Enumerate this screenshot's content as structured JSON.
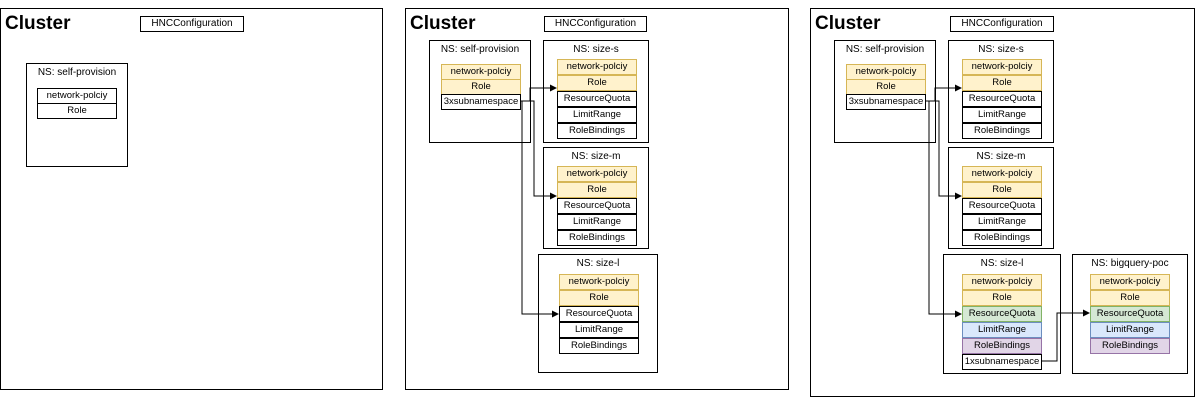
{
  "labels": {
    "cluster": "Cluster",
    "hnc": "HNCConfiguration",
    "network_policy": "network-polciy",
    "role": "Role",
    "resource_quota": "ResourceQuota",
    "limit_range": "LimitRange",
    "role_bindings": "RoleBindings",
    "three_subnamespace": "3xsubnamespace",
    "one_subnamespace": "1xsubnamespace"
  },
  "namespaces": {
    "self_provision": "NS: self-provision",
    "size_s": "NS: size-s",
    "size_m": "NS: size-m",
    "size_l": "NS: size-l",
    "bigquery_poc": "NS: bigquery-poc"
  },
  "colors": {
    "yellow_fill": "#fff2cc",
    "yellow_border": "#d6b656",
    "green_fill": "#d5e8d4",
    "blue_fill": "#dae8fc",
    "purple_fill": "#e1d5e7"
  }
}
